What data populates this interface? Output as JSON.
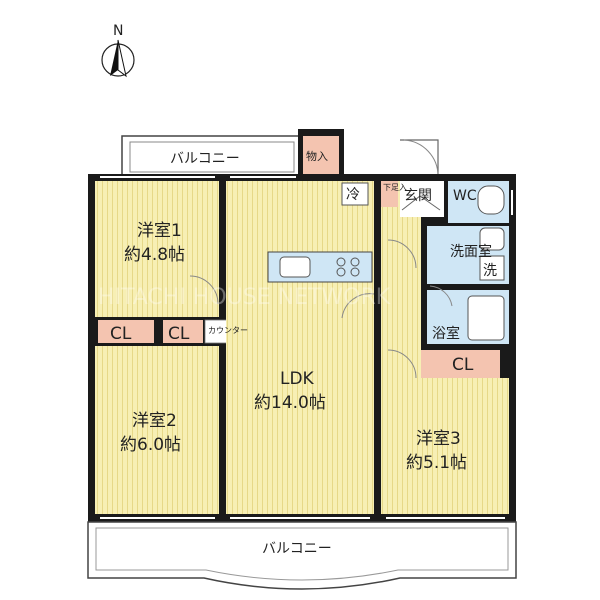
{
  "compass": {
    "label": "N"
  },
  "balcony_top": {
    "label": "バルコニー"
  },
  "storage": {
    "label": "物入"
  },
  "fridge": {
    "label": "冷"
  },
  "shoe_box": {
    "label": "下足入"
  },
  "entrance": {
    "label": "玄関"
  },
  "wc": {
    "label": "WC"
  },
  "washroom": {
    "label": "洗面室"
  },
  "washer": {
    "label": "洗"
  },
  "bathroom": {
    "label": "浴室"
  },
  "room1": {
    "name": "洋室1",
    "size": "約4.8帖"
  },
  "cl1": {
    "label": "CL"
  },
  "cl2": {
    "label": "CL"
  },
  "cabinet": {
    "label": "カウンター"
  },
  "ldk": {
    "name": "LDK",
    "size": "約14.0帖"
  },
  "room2": {
    "name": "洋室2",
    "size": "約6.0帖"
  },
  "room3": {
    "name": "洋室3",
    "size": "約5.1帖"
  },
  "cl3": {
    "label": "CL"
  },
  "balcony_bottom": {
    "label": "バルコニー"
  },
  "watermark": {
    "text": "HITACHI HOUSE NETWORK"
  },
  "colors": {
    "floor": "#f7efb4",
    "wall": "#1a1a1a",
    "closet": "#f4c4b0",
    "wet": "#cfe6f5",
    "grain": "#e9dc8a"
  }
}
